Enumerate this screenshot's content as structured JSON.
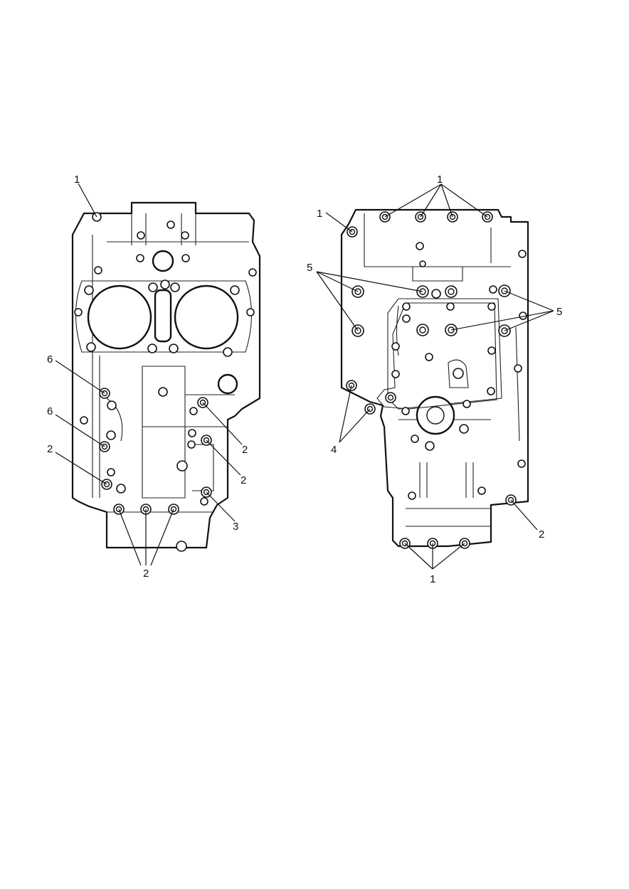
{
  "callouts": {
    "left_view": {
      "top_1": "1",
      "upper_6": "6",
      "lower_6": "6",
      "left_2": "2",
      "right_2_upper": "2",
      "right_2_lower": "2",
      "right_3": "3",
      "bottom_2": "2"
    },
    "right_view": {
      "top_1": "1",
      "left_1": "1",
      "left_5": "5",
      "right_5": "5",
      "left_4": "4",
      "right_2": "2",
      "bottom_1": "1"
    }
  }
}
